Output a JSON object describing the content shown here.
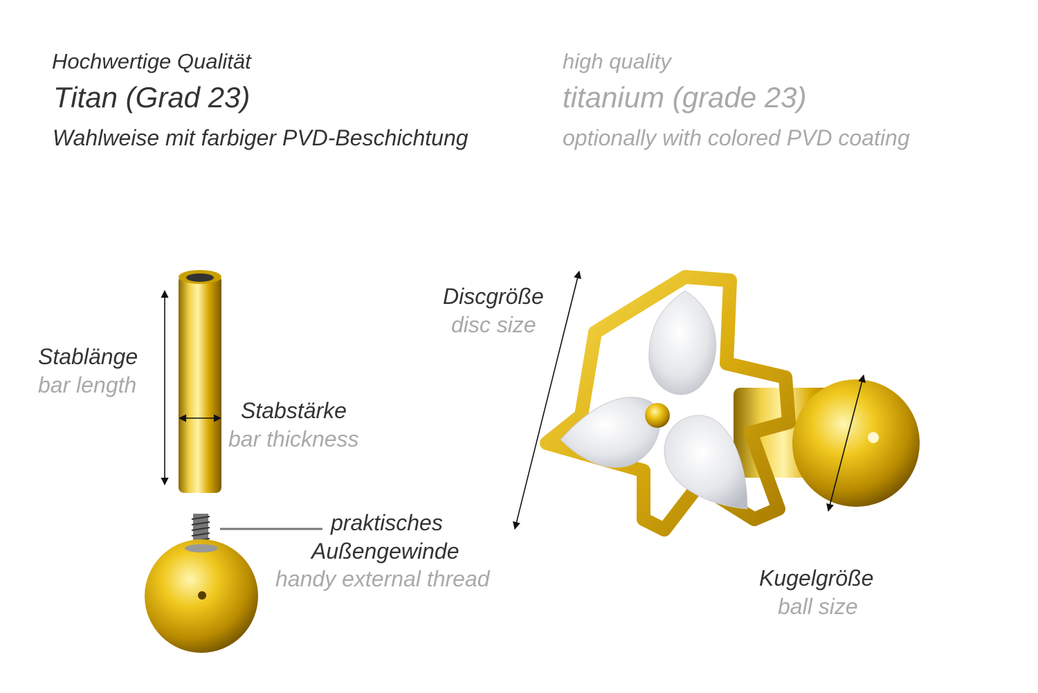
{
  "header": {
    "de": {
      "quality": "Hochwertige Qualität",
      "material": "Titan (Grad 23)",
      "coating": "Wahlweise mit farbiger PVD-Beschichtung"
    },
    "en": {
      "quality": "high quality",
      "material": "titanium (grade 23)",
      "coating": "optionally with colored PVD coating"
    }
  },
  "labels": {
    "bar_length": {
      "de": "Stablänge",
      "en": "bar length"
    },
    "bar_thickness": {
      "de": "Stabstärke",
      "en": "bar thickness"
    },
    "thread": {
      "de_line1": "praktisches",
      "de_line2": "Außengewinde",
      "en": "handy external thread"
    },
    "disc_size": {
      "de": "Discgröße",
      "en": "disc size"
    },
    "ball_size": {
      "de": "Kugelgröße",
      "en": "ball size"
    }
  },
  "colors": {
    "dark_text": "#333333",
    "light_text": "#a9a9a9",
    "gold": "#e6b800"
  }
}
